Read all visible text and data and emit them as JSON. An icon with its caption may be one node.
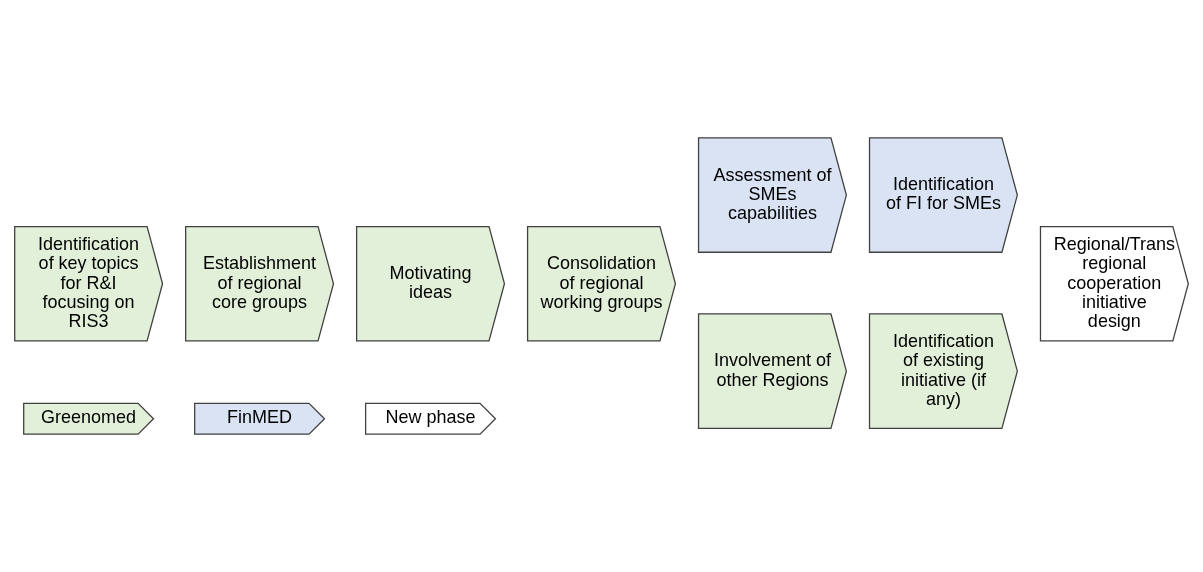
{
  "diagram": {
    "nodes": [
      {
        "text": [
          "Identification of key topics for R&I focusing on RIS3"
        ]
      },
      {
        "text": [
          "Establishment of regional core groups"
        ]
      },
      {
        "text": [
          "Motivating ideas"
        ]
      },
      {
        "text": [
          "Consolidation of regional working groups"
        ]
      },
      {
        "text": [
          "Assessment of SMEs capabilities"
        ]
      },
      {
        "text": [
          "Identification of FI for SMEs"
        ]
      },
      {
        "text": [
          "Involvement of other Regions"
        ]
      },
      {
        "text": [
          "Identification of existing initiative (if any)"
        ]
      },
      {
        "text": [
          "Regional/Transregional cooperation initiative design"
        ]
      }
    ],
    "legend": [
      {
        "text": "Greenomed",
        "color": "#e2efd9"
      },
      {
        "text": "FinMED",
        "color": "#dae3f3"
      },
      {
        "text": "New phase",
        "color": "#ffffff"
      }
    ]
  }
}
